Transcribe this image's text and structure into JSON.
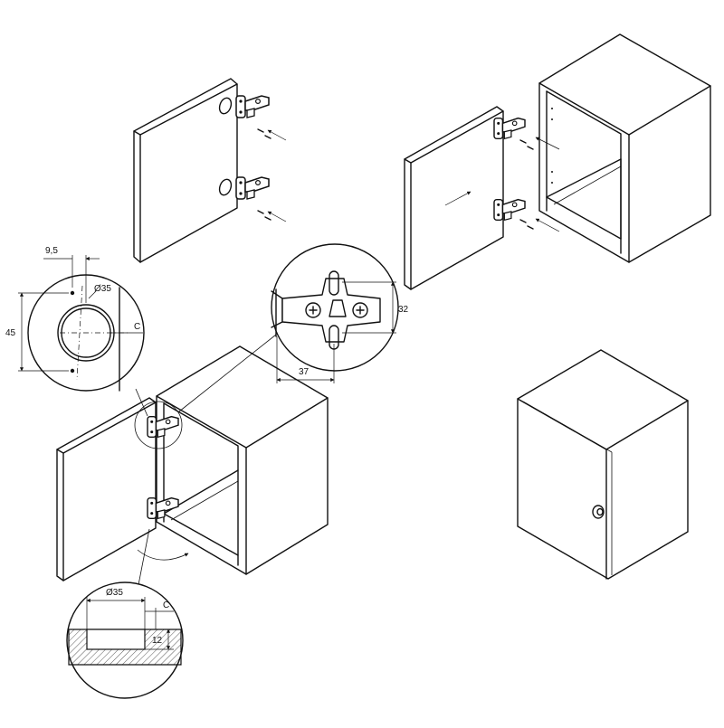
{
  "detail_hole": {
    "offset_label": "9,5",
    "diameter_label": "Ø35",
    "spacing_label": "45",
    "edge_label": "C"
  },
  "detail_plate": {
    "height_label": "32",
    "width_label": "37"
  },
  "detail_section": {
    "diameter_label": "Ø35",
    "edge_label": "C",
    "depth_label": "12"
  },
  "colors": {
    "line": "#111111",
    "background": "#ffffff"
  },
  "icons": [
    "hinge-icon",
    "screw-icon",
    "arrow-icon",
    "knob-icon"
  ]
}
